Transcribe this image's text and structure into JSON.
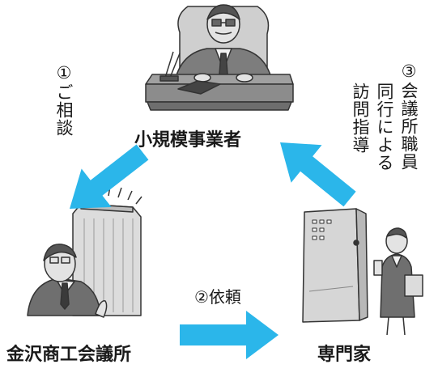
{
  "colors": {
    "arrow": "#2bb6ea",
    "illustration_stroke": "#333333",
    "illustration_fill": "#d9d9d9"
  },
  "nodes": {
    "small_business": "小規模事業者",
    "chamber": "金沢商工会議所",
    "expert": "専門家"
  },
  "steps": {
    "consult": "①ご相談",
    "request": "②依頼",
    "visit": "③会議所職員同行による訪問指導"
  },
  "visit_lines": [
    "③会議所職員",
    "同行による",
    "訪問指導"
  ]
}
